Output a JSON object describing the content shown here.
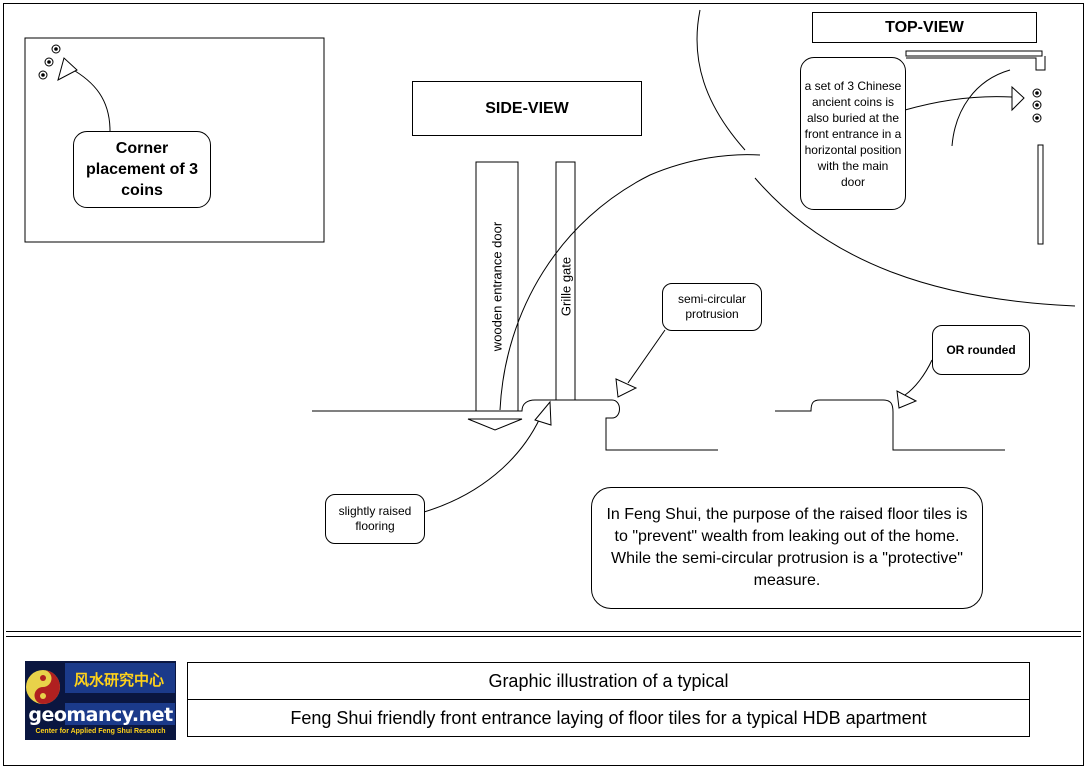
{
  "corner_label": "Corner placement of 3 coins",
  "side_view_title": "SIDE-VIEW",
  "top_view_title": "TOP-VIEW",
  "coins_note": "a set of 3 Chinese ancient coins is also buried at the front entrance in a horizontal position with the main door",
  "door_label": "wooden entrance door",
  "grille_label": "Grille gate",
  "protrusion_label": "semi-circular protrusion",
  "rounded_label": "OR rounded",
  "raised_label": "slightly raised flooring",
  "purpose_note": "In Feng Shui, the purpose of the raised floor tiles is to \"prevent\" wealth from leaking out of the home.\nWhile the semi-circular protrusion is a \"protective\" measure.",
  "caption_line1": "Graphic illustration of a typical",
  "caption_line2": "Feng Shui friendly front entrance laying of floor tiles for a  typical HDB apartment",
  "logo_chinese": "风水研究中心",
  "logo_name": "geomancy.net",
  "logo_tagline": "Center for Applied Feng Shui Research"
}
